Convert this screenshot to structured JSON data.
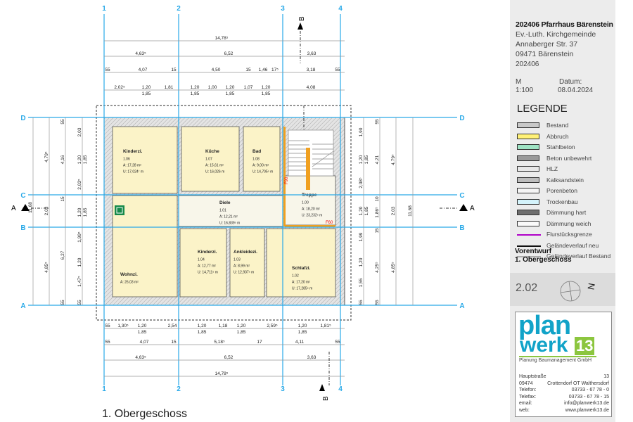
{
  "grid": {
    "vertical": [
      "1",
      "2",
      "3",
      "4"
    ],
    "horizontal": [
      "D",
      "C",
      "B",
      "A"
    ]
  },
  "section_markers": {
    "a_left": "A",
    "a_right": "A",
    "b_top": "B",
    "b_bottom": "B"
  },
  "dimensions": {
    "top": [
      [
        "14,78⁵"
      ],
      [
        "4,63⁵",
        "6,52",
        "3,63"
      ],
      [
        "55",
        "4,07",
        "15",
        "4,50",
        "15",
        "1,46",
        "17⁵",
        "3,18",
        "55"
      ],
      [
        "2,02⁵",
        [
          "1,20",
          "1,85"
        ],
        "1,81",
        [
          "1,20",
          "1,85"
        ],
        "1,00",
        [
          "1,20",
          "1,85"
        ],
        "1,07",
        [
          "1,20",
          "1,85"
        ],
        "4,08"
      ]
    ],
    "bottom": [
      [
        "55",
        "1,30⁵",
        [
          "1,20",
          "1,85"
        ],
        "2,54",
        [
          "1,20",
          "1,85"
        ],
        "1,18",
        [
          "1,20",
          "1,85"
        ],
        "2,59⁵",
        [
          "1,20",
          "1,85"
        ],
        "1,81⁵"
      ],
      [
        "55",
        "4,07",
        "15",
        "5,18⁵",
        "17",
        "4,11",
        "55"
      ],
      [
        "4,63⁵",
        "6,52",
        "3,63"
      ],
      [
        "14,78⁵"
      ]
    ],
    "left": [
      [
        "11,68"
      ],
      [
        "4,79⁵",
        "2,03",
        "4,85⁵"
      ],
      [
        "55",
        "4,16",
        "15",
        "6,27",
        "55"
      ],
      [
        "2,03",
        [
          "1,20",
          "1,85"
        ],
        "2,03⁵",
        [
          "1,20",
          "1,85"
        ],
        "1,99⁵",
        "1,20",
        "1,47⁵",
        "55"
      ]
    ],
    "right": [
      [
        "1,90",
        [
          "1,20",
          "1,85"
        ],
        "2,08⁵",
        [
          "1,20",
          "1,85"
        ],
        "1,99",
        "1,20",
        "1,55",
        "55"
      ],
      [
        "55",
        "4,21",
        "10",
        "1,86⁵",
        "15",
        "4,25⁵",
        "55"
      ],
      [
        "4,79⁵",
        "2,03",
        "4,85⁵"
      ],
      [
        "11,68"
      ]
    ]
  },
  "rooms": [
    {
      "name": "Kinderzi.",
      "number": "1.06",
      "area": "A:   17,28 m²",
      "perimeter": "U: 17,024⁷ m"
    },
    {
      "name": "Küche",
      "number": "1.07",
      "area": "A:   15,61 m²",
      "perimeter": "U: 16,026 m"
    },
    {
      "name": "Bad",
      "number": "1.08",
      "area": "A:   9,00 m²",
      "perimeter": "U: 14,705⁵ m"
    },
    {
      "name": "Diele",
      "number": "1.01",
      "area": "A:   12,21 m²",
      "perimeter": "U: 16,839⁵ m"
    },
    {
      "name": "Treppe",
      "number": "1.00",
      "area": "A:   18,20 m²",
      "perimeter": "U: 23,232⁵ m"
    },
    {
      "name": "Wohnzi.",
      "number": "",
      "area": "A: 26,03 m²",
      "perimeter": ""
    },
    {
      "name": "Kinderzi.",
      "number": "1.04",
      "area": "A:   12,77 m²",
      "perimeter": "U: 14,711⁵ m"
    },
    {
      "name": "Ankleidezi.",
      "number": "1.03",
      "area": "A:   8,99 m²",
      "perimeter": "U: 12,937⁵ m"
    },
    {
      "name": "Schlafzi.",
      "number": "1.02",
      "area": "A:   17,20 m²",
      "perimeter": "U: 17,285⁵ m"
    }
  ],
  "fire_labels": {
    "f90": "F90",
    "f60": "F60"
  },
  "drawing_title": "1. Obergeschoss",
  "title_block": {
    "project": "202406 Pfarrhaus Bärenstein",
    "client": "Ev.-Luth. Kirchgemeinde",
    "street": "Annaberger Str. 37",
    "city": "09471 Bärenstein",
    "project_no": "202406",
    "scale_label": "M",
    "scale": "1:100",
    "date_label": "Datum:",
    "date": "08.04.2024"
  },
  "legend": {
    "title": "LEGENDE",
    "items": [
      {
        "label": "Bestand",
        "color": "#c8c8c8"
      },
      {
        "label": "Abbruch",
        "color": "#fff176"
      },
      {
        "label": "Stahlbeton",
        "color": "#9fe3c4"
      },
      {
        "label": "Beton unbewehrt",
        "color": "#9a9a9a"
      },
      {
        "label": "HLZ",
        "color": "#e8e8e8"
      },
      {
        "label": "Kalksandstein",
        "color": "#bdbdbd"
      },
      {
        "label": "Porenbeton",
        "color": "#f4f4f4"
      },
      {
        "label": "Trockenbau",
        "color": "#d4f3fb"
      },
      {
        "label": "Dämmung hart",
        "color": "#6e6e6e"
      },
      {
        "label": "Dämmung weich",
        "color": "#fafafa"
      },
      {
        "label": "Flurstücksgrenze",
        "color": "#b000c8"
      },
      {
        "label": "Geländeverlauf neu",
        "color": "#111111"
      },
      {
        "label": "Geländeverlauf Bestand",
        "color": "#aaaaaa"
      }
    ]
  },
  "stage": {
    "line1": "Vorentwurf",
    "line2": "1. Obergeschoss"
  },
  "sheet_number": "2.02",
  "north_label": "N",
  "company": {
    "logo_top": "plan",
    "logo_bottom": "werk",
    "logo_number": "13",
    "subtitle": "Planung Baumanagement GmbH",
    "rows": [
      {
        "label": "Hauptstraße",
        "value": "13"
      },
      {
        "label": "09474",
        "value": "Crottendorf OT Walthersdorf"
      },
      {
        "label": "Telefon:",
        "value": "03733 - 67 78 -  0"
      },
      {
        "label": "Telefax:",
        "value": "03733 - 67 78 - 15"
      },
      {
        "label": "email:",
        "value": "info@planwerk13.de"
      },
      {
        "label": "web:",
        "value": "www.planwerk13.de"
      }
    ]
  },
  "colors": {
    "grid": "#29a9e8",
    "room": "#fbf3c8",
    "hall": "#f8f6ea",
    "wall": "#d8d8d8",
    "accent": "#11a3c8",
    "green": "#8cc63f"
  }
}
